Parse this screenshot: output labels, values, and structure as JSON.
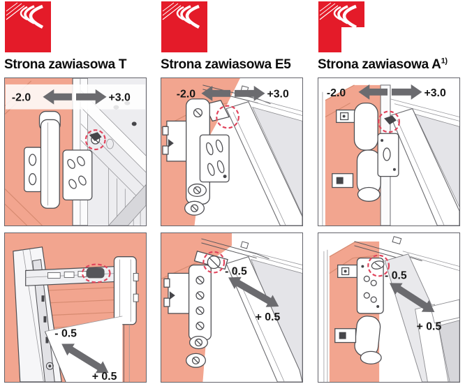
{
  "columns": [
    {
      "heading": "Strona zawiasowa T",
      "heading_sup": "",
      "logo_icon": "brand-swoosh-logo",
      "top_panel": {
        "neg": "-2.0",
        "pos": "+3.0"
      },
      "bottom_panel": {
        "neg": "- 0.5",
        "pos": "+ 0.5"
      }
    },
    {
      "heading": "Strona zawiasowa E5",
      "heading_sup": "",
      "logo_icon": "brand-swoosh-logo",
      "top_panel": {
        "neg": "-2.0",
        "pos": "+3.0"
      },
      "bottom_panel": {
        "neg": "- 0.5",
        "pos": "+ 0.5"
      }
    },
    {
      "heading": "Strona zawiasowa A",
      "heading_sup": "1)",
      "logo_icon": "brand-swoosh-checkered-logo",
      "top_panel": {
        "neg": "-2.0",
        "pos": "+3.0"
      },
      "bottom_panel": {
        "neg": "- 0.5",
        "pos": "+ 0.5"
      }
    }
  ],
  "icons": {
    "double_arrow": "double-headed-arrow-icon",
    "highlight": "red-dashed-circle-icon"
  },
  "colors": {
    "logo_red": "#e41b29",
    "wall_pink": "#f2a58f",
    "arrow_gray": "#6b6b6f",
    "highlight_red": "#e0445c",
    "heading_text": "#0c0c0c",
    "panel_border": "#63636a"
  }
}
